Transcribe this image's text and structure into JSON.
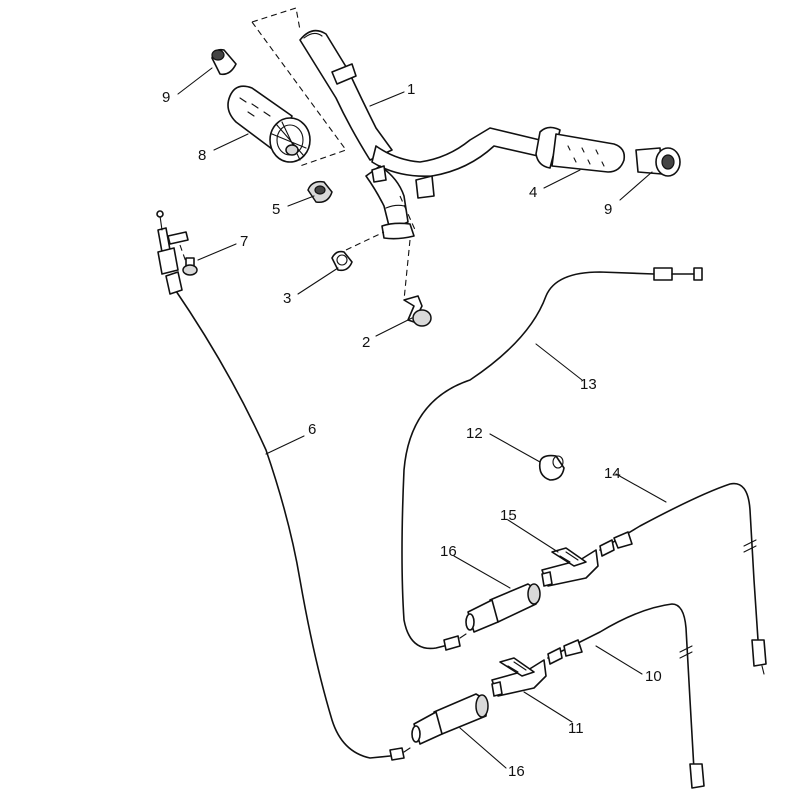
{
  "diagram": {
    "labels": [
      {
        "id": "c1",
        "text": "1"
      },
      {
        "id": "c2",
        "text": "2"
      },
      {
        "id": "c3",
        "text": "3"
      },
      {
        "id": "c4",
        "text": "4"
      },
      {
        "id": "c5",
        "text": "5"
      },
      {
        "id": "c6",
        "text": "6"
      },
      {
        "id": "c7",
        "text": "7"
      },
      {
        "id": "c8",
        "text": "8"
      },
      {
        "id": "c9a",
        "text": "9"
      },
      {
        "id": "c9b",
        "text": "9"
      },
      {
        "id": "c10",
        "text": "10"
      },
      {
        "id": "c11",
        "text": "11"
      },
      {
        "id": "c12",
        "text": "12"
      },
      {
        "id": "c13",
        "text": "13"
      },
      {
        "id": "c14",
        "text": "14"
      },
      {
        "id": "c15",
        "text": "15"
      },
      {
        "id": "c16a",
        "text": "16"
      },
      {
        "id": "c16b",
        "text": "16"
      }
    ]
  }
}
